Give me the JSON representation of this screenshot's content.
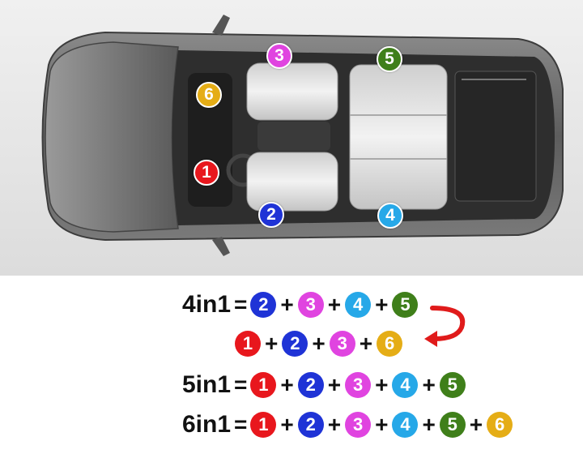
{
  "colors": {
    "1": "#e8171d",
    "2": "#1f33d6",
    "3": "#e044e0",
    "4": "#26a8e8",
    "5": "#3f7f1a",
    "6": "#e5ad16",
    "arrow": "#e01b1b"
  },
  "seat_badges": {
    "b1": "1",
    "b2": "2",
    "b3": "3",
    "b4": "4",
    "b5": "5",
    "b6": "6"
  },
  "formulas": {
    "f4a": {
      "label": "4in1",
      "eq": "=",
      "terms": [
        "2",
        "3",
        "4",
        "5"
      ]
    },
    "f4b": {
      "terms": [
        "1",
        "2",
        "3",
        "6"
      ]
    },
    "f5": {
      "label": "5in1",
      "eq": "=",
      "terms": [
        "1",
        "2",
        "3",
        "4",
        "5"
      ]
    },
    "f6": {
      "label": "6in1",
      "eq": "=",
      "terms": [
        "1",
        "2",
        "3",
        "4",
        "5",
        "6"
      ]
    }
  },
  "plus": "+"
}
